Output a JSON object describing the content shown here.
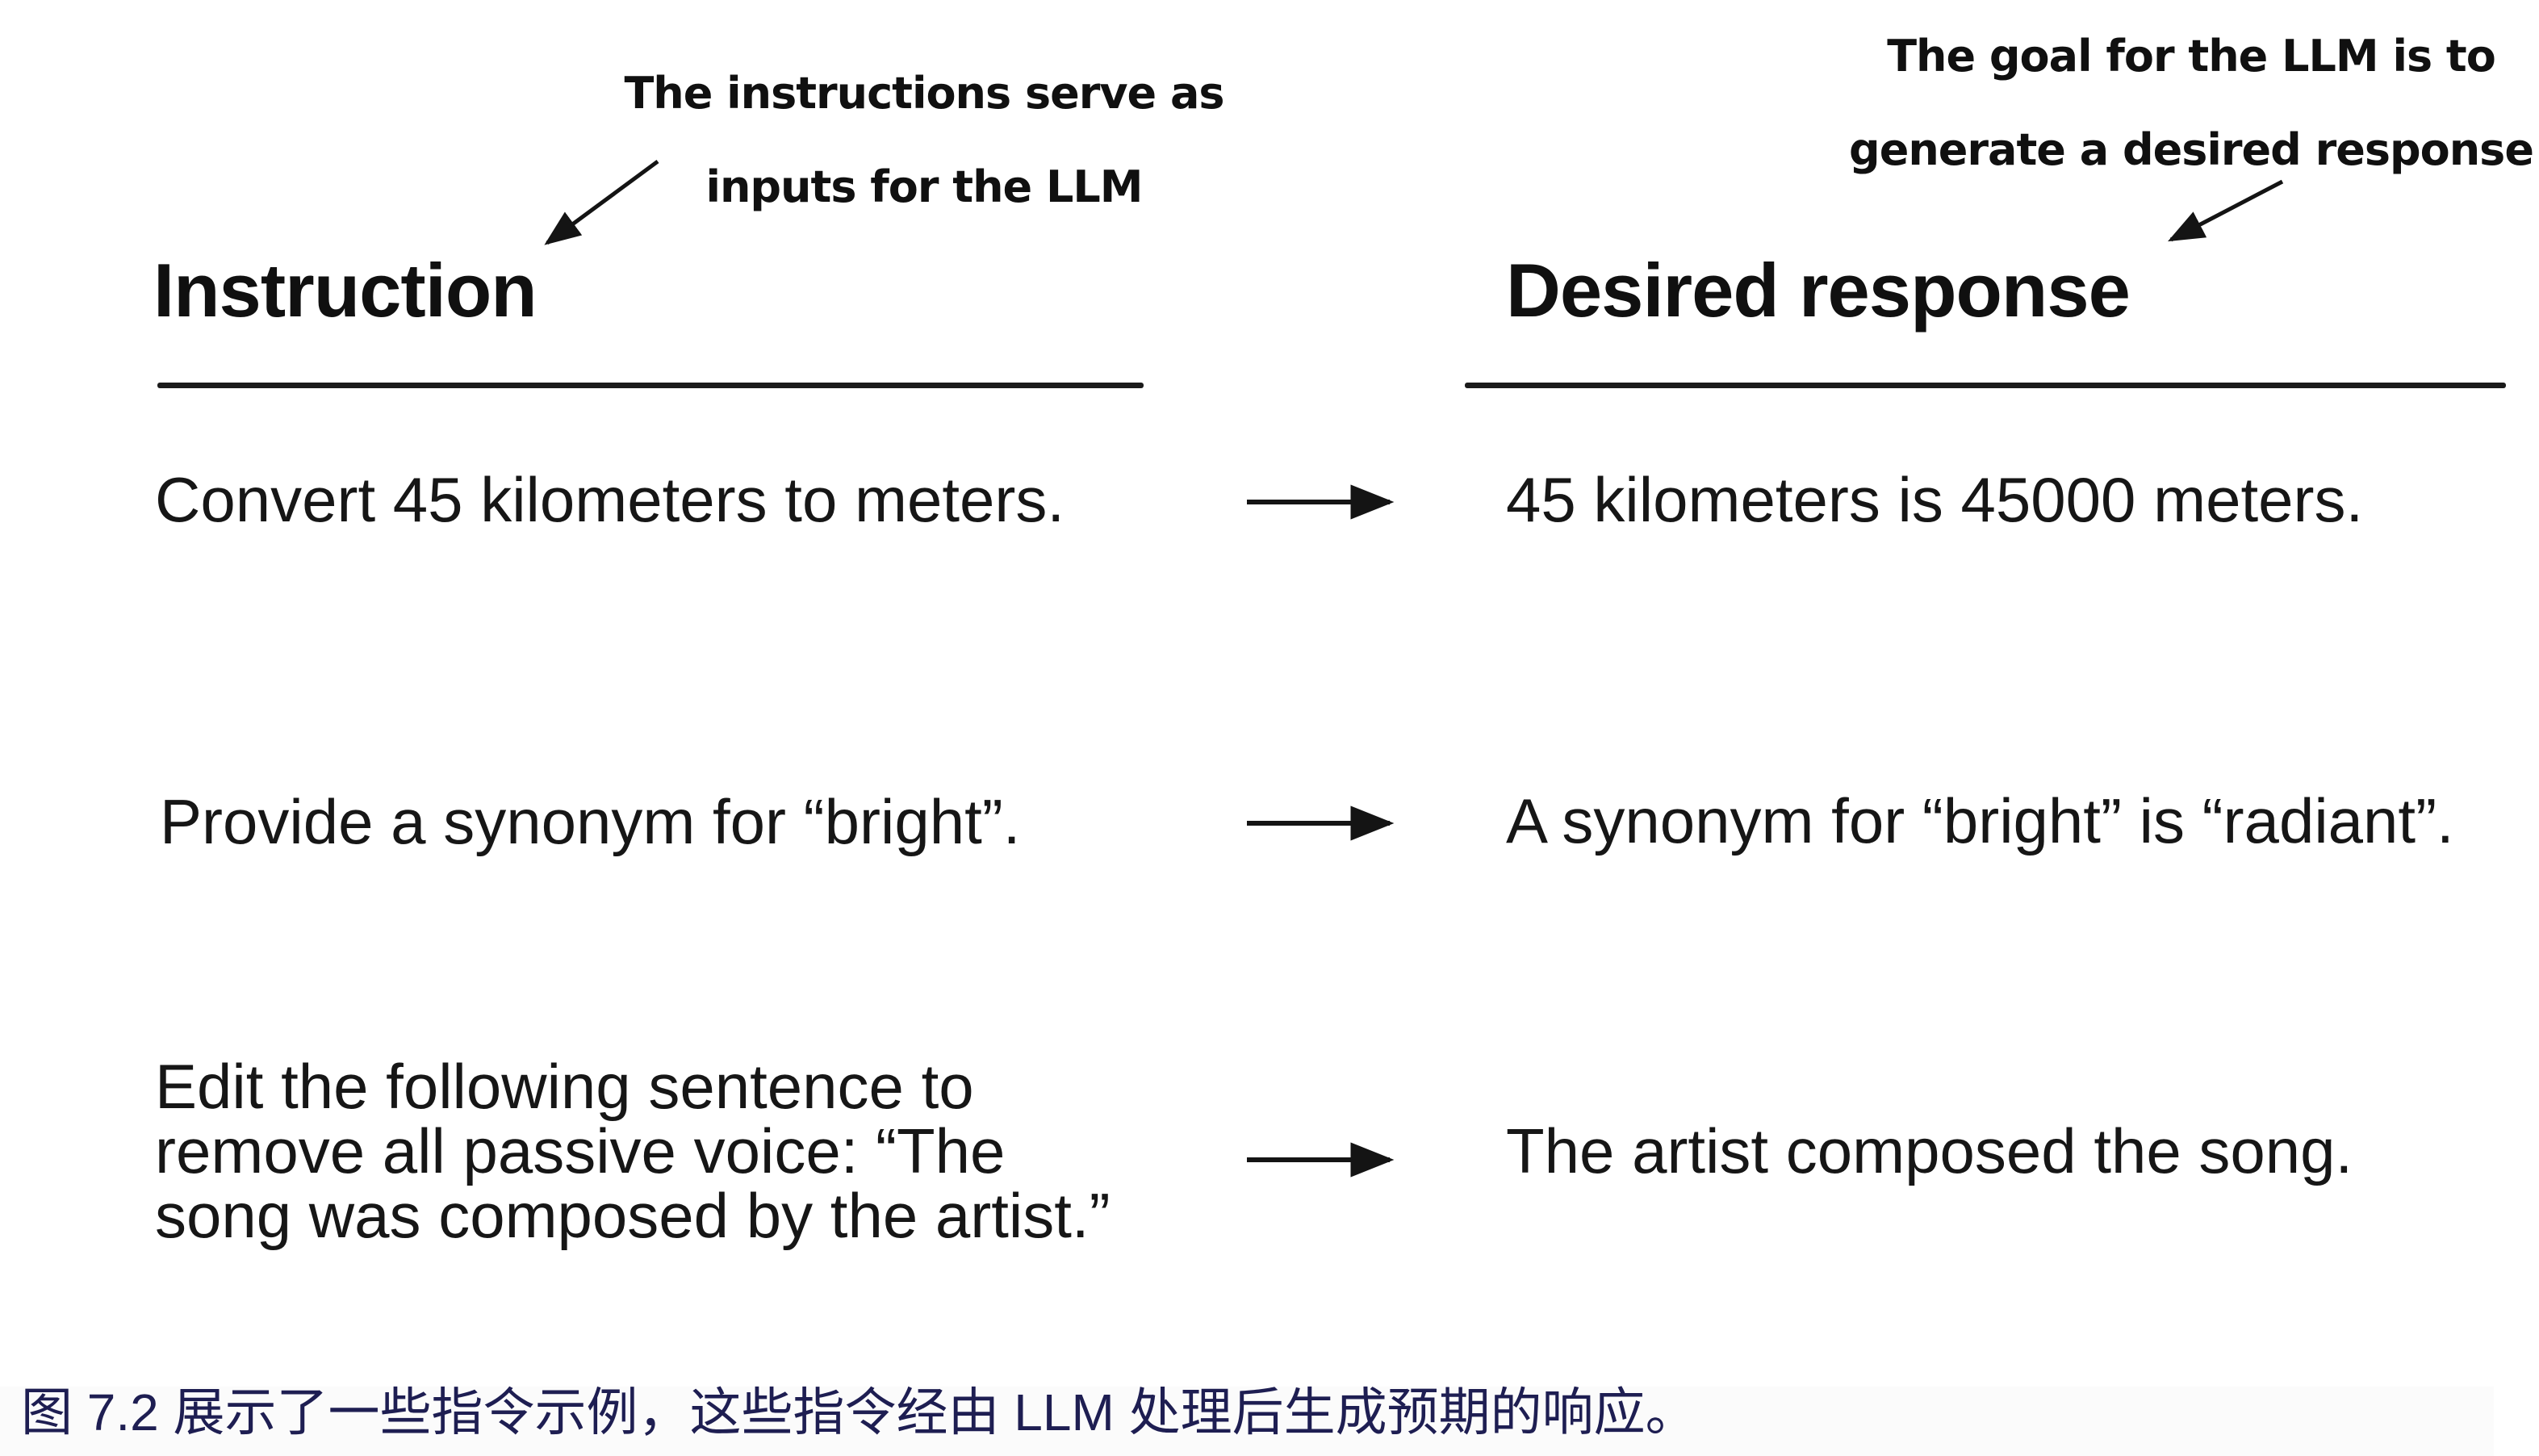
{
  "figure": {
    "background_color": "#ffffff",
    "ink_color": "#141414",
    "caption_color": "#1e1e52"
  },
  "annotations": {
    "left": {
      "lines": [
        "The instructions serve as",
        "inputs for the LLM"
      ]
    },
    "right": {
      "lines": [
        "The goal for the LLM is to",
        "generate a desired response"
      ]
    }
  },
  "columns": {
    "instruction_header": "Instruction",
    "response_header": "Desired response"
  },
  "rows": [
    {
      "instruction": [
        "Convert 45 kilometers to meters."
      ],
      "response": [
        "45 kilometers is 45000 meters."
      ]
    },
    {
      "instruction": [
        "Provide a synonym for “bright”."
      ],
      "response": [
        "A synonym for “bright” is “radiant”."
      ]
    },
    {
      "instruction": [
        "Edit the following sentence to",
        "remove all passive voice: “The",
        "song was composed by the artist.”"
      ],
      "response": [
        "The artist composed the song."
      ]
    }
  ],
  "icons": {
    "annotation_arrow": "down-left-arrow",
    "row_arrow": "right-arrow"
  },
  "caption": "图 7.2 展示了一些指令示例，这些指令经由 LLM 处理后生成预期的响应。"
}
